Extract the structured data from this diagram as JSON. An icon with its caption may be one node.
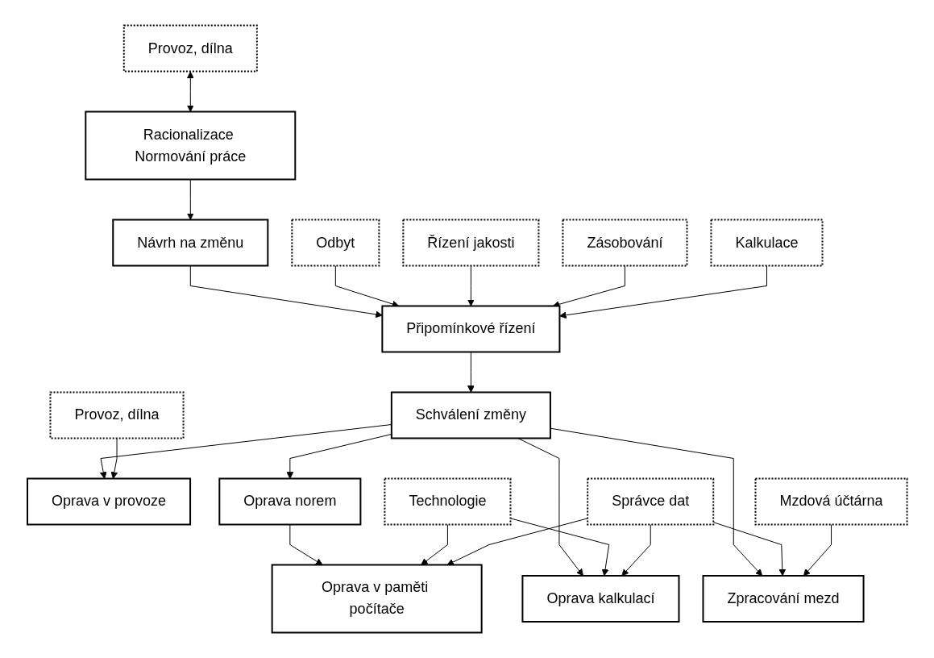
{
  "diagram": {
    "nodes": [
      {
        "text": [
          "Provoz, dílna"
        ]
      },
      {
        "text": [
          "Odbyt"
        ]
      },
      {
        "text": [
          "Řízení jakosti"
        ]
      },
      {
        "text": [
          "Zásobování"
        ]
      },
      {
        "text": [
          "Kalkulace"
        ]
      },
      {
        "text": [
          "Racionalizace Normování práce"
        ]
      },
      {
        "text": [
          "Návrh na změnu"
        ]
      },
      {
        "text": [
          "Připomínkové řízení"
        ]
      },
      {
        "text": [
          "Schválení změny"
        ]
      },
      {
        "text": [
          "Oprava v provoze"
        ]
      },
      {
        "text": [
          "Oprava norem"
        ]
      },
      {
        "text": [
          "Oprava kalkulací"
        ]
      },
      {
        "text": [
          "Zpracování mezd"
        ]
      },
      {
        "text": [
          "Oprava v paměti počítače"
        ]
      },
      {
        "text": [
          "Provoz, dílna"
        ]
      },
      {
        "text": [
          "Technologie"
        ]
      },
      {
        "text": [
          "Správce dat"
        ]
      },
      {
        "text": [
          "Mzdová účtárna"
        ]
      }
    ],
    "edges": [
      {
        "from": 0,
        "to": 5,
        "arrow": "both"
      },
      {
        "from": 5,
        "to": 6,
        "arrow": "to"
      },
      {
        "from": 6,
        "to": 7,
        "arrow": "to"
      },
      {
        "from": 1,
        "to": 7,
        "arrow": "to"
      },
      {
        "from": 2,
        "to": 7,
        "arrow": "to"
      },
      {
        "from": 3,
        "to": 7,
        "arrow": "to"
      },
      {
        "from": 4,
        "to": 7,
        "arrow": "to"
      },
      {
        "from": 7,
        "to": 8,
        "arrow": "to"
      },
      {
        "from": 8,
        "to": 9,
        "arrow": "to"
      },
      {
        "from": 8,
        "to": 10,
        "arrow": "to"
      },
      {
        "from": 8,
        "to": 11,
        "arrow": "to"
      },
      {
        "from": 8,
        "to": 12,
        "arrow": "to"
      },
      {
        "from": 10,
        "to": 13,
        "arrow": "to"
      },
      {
        "from": 14,
        "to": 9,
        "arrow": "to"
      },
      {
        "from": 15,
        "to": 13,
        "arrow": "to"
      },
      {
        "from": 15,
        "to": 11,
        "arrow": "to"
      },
      {
        "from": 16,
        "to": 13,
        "arrow": "to"
      },
      {
        "from": 16,
        "to": 11,
        "arrow": "to"
      },
      {
        "from": 16,
        "to": 12,
        "arrow": "to"
      },
      {
        "from": 17,
        "to": 12,
        "arrow": "to"
      }
    ]
  }
}
